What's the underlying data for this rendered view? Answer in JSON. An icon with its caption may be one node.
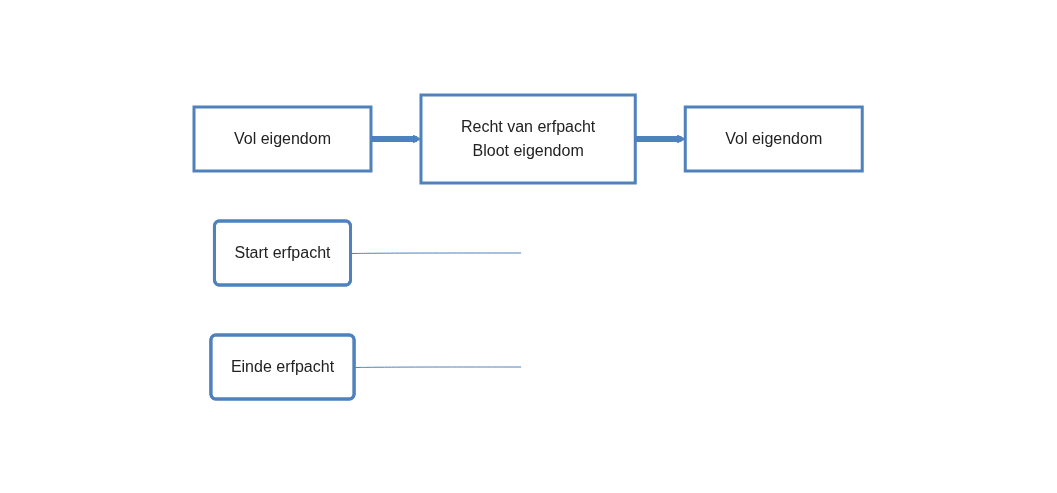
{
  "diagram": {
    "nodes": [
      {
        "text": [
          "Vol eigendom"
        ]
      },
      {
        "text": [
          "Recht van erfpacht",
          "Bloot eigendom"
        ]
      },
      {
        "text": [
          "Vol eigendom"
        ]
      },
      {
        "text": [
          "Start erfpacht"
        ]
      },
      {
        "text": [
          "Einde erfpacht"
        ]
      }
    ],
    "edges": [
      {
        "from": 0,
        "to": 1,
        "arrow": "to",
        "style": "thick"
      },
      {
        "from": 1,
        "to": 2,
        "arrow": "to",
        "style": "thick"
      },
      {
        "from": 3,
        "to": null,
        "arrow": "none"
      },
      {
        "from": 4,
        "to": null,
        "arrow": "none"
      }
    ]
  }
}
